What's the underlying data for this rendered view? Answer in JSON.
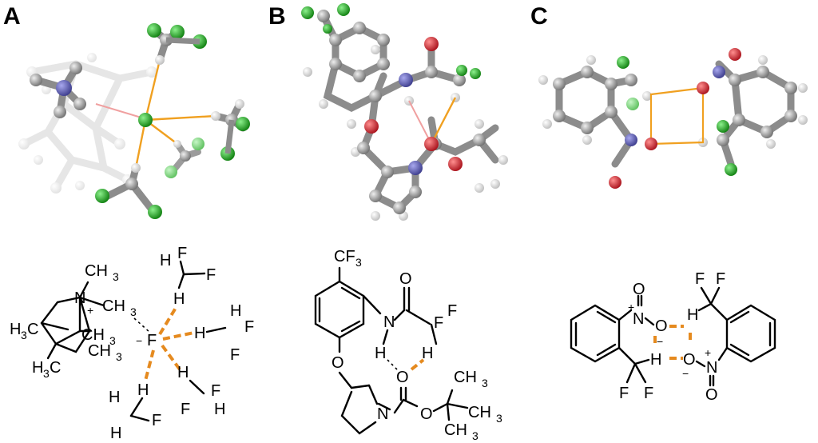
{
  "panels": [
    {
      "letter": "A"
    },
    {
      "letter": "B"
    },
    {
      "letter": "C"
    }
  ],
  "colors": {
    "carbon": "#9a9a9a",
    "hydrogen": "#dcdcdc",
    "nitrogen": "#5a5aa8",
    "oxygen": "#c4262e",
    "fluorine": "#1fa31f",
    "fluorine_light": "#66d066",
    "h_bond_3d": "#f0a020",
    "h_bond_2d": "#e58a1f",
    "n_h_contact": "#f0a0a0"
  },
  "structure_a": {
    "methyl_label": "CH",
    "methyl_sub": "3",
    "nitrogen": "N",
    "plus": "+",
    "h3c_prefix": "H",
    "h3c_sub": "3",
    "h3c_suffix": "C",
    "minus": "−",
    "fluoride": "F",
    "h": "H",
    "f": "F"
  },
  "structure_b": {
    "cf": "CF",
    "cf_sub": "3",
    "n": "N",
    "h": "H",
    "o": "O",
    "f": "F",
    "ch": "CH",
    "ch_sub": "3"
  },
  "structure_c": {
    "n": "N",
    "o": "O",
    "plus": "+",
    "minus": "−",
    "h": "H",
    "f": "F"
  }
}
